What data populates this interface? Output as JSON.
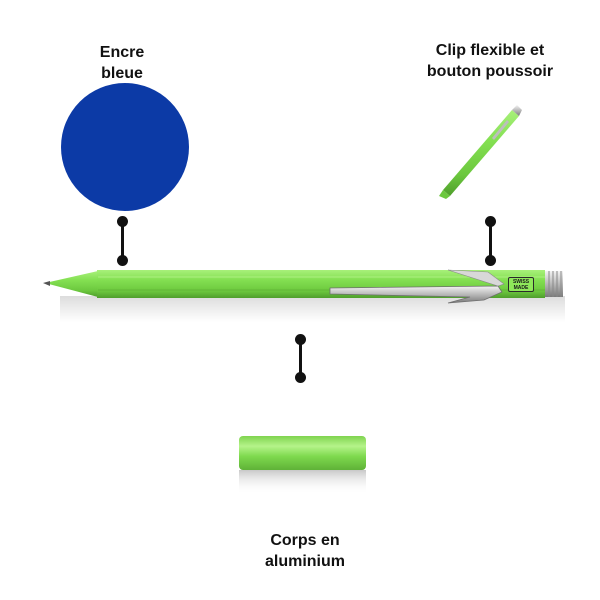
{
  "labels": {
    "ink": [
      "Encre",
      "bleue"
    ],
    "clip": [
      "Clip flexible et",
      "bouton poussoir"
    ],
    "body": [
      "Corps en",
      "aluminium"
    ]
  },
  "pen_badge": [
    "SWISS",
    "MADE"
  ],
  "colors": {
    "ink_blue": "#0c3aa6",
    "pen_green": "#7ed94e",
    "text": "#111111"
  }
}
